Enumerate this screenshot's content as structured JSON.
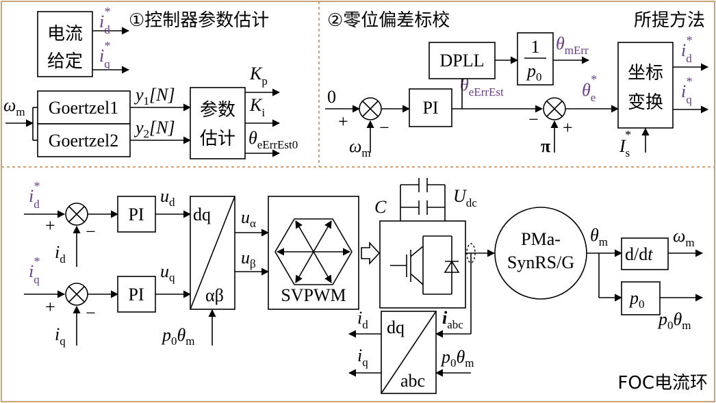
{
  "colors": {
    "frame": "#c9a27a",
    "accent": "#6b3d8c"
  },
  "section1": {
    "title": "①控制器参数估计",
    "block_ref_l1": "电流",
    "block_ref_l2": "给定",
    "goertzel1": "Goertzel1",
    "goertzel2": "Goertzel2",
    "param_l1": "参数",
    "param_l2": "估计"
  },
  "section2": {
    "title": "②零位偏差标校",
    "dpll": "DPLL",
    "pi": "PI",
    "pi_symbol": "π",
    "zero": "0",
    "frac_num": "1",
    "frac_den_p": "p",
    "frac_den_sub": "0"
  },
  "section3": {
    "title": "所提方法",
    "trans_l1": "坐标",
    "trans_l2": "变换"
  },
  "foc": {
    "title": "FOC电流环",
    "pi1": "PI",
    "pi2": "PI",
    "dq": "dq",
    "ab": "αβ",
    "svpwm": "SVPWM",
    "machine_l1": "PMa-",
    "machine_l2": "SynRS/G",
    "ddt_a": "d/d",
    "ddt_b": "t",
    "p0_p": "p",
    "p0_sub": "0",
    "park_dq": "dq",
    "park_abc": "abc"
  },
  "symbols": {
    "omega": "ω",
    "theta": "θ",
    "i": "i",
    "u": "u",
    "y": "y",
    "K": "K",
    "I": "I",
    "U": "U",
    "C": "C",
    "p": "p",
    "star": "*",
    "sub_d": "d",
    "sub_q": "q",
    "sub_m": "m",
    "sub_p": "p",
    "sub_i": "i",
    "sub_1": "1",
    "sub_2": "2",
    "sub_s": "s",
    "sub_e": "e",
    "sub_dc": "dc",
    "sub_abc": "abc",
    "sub_alpha": "α",
    "sub_beta": "β",
    "sub_0": "0",
    "sub_mErr": "mErr",
    "sub_eErrEst": "eErrEst",
    "sub_eErrEst0": "eErrEst0",
    "bracket_N": "[N]",
    "plus": "+",
    "minus": "−"
  }
}
